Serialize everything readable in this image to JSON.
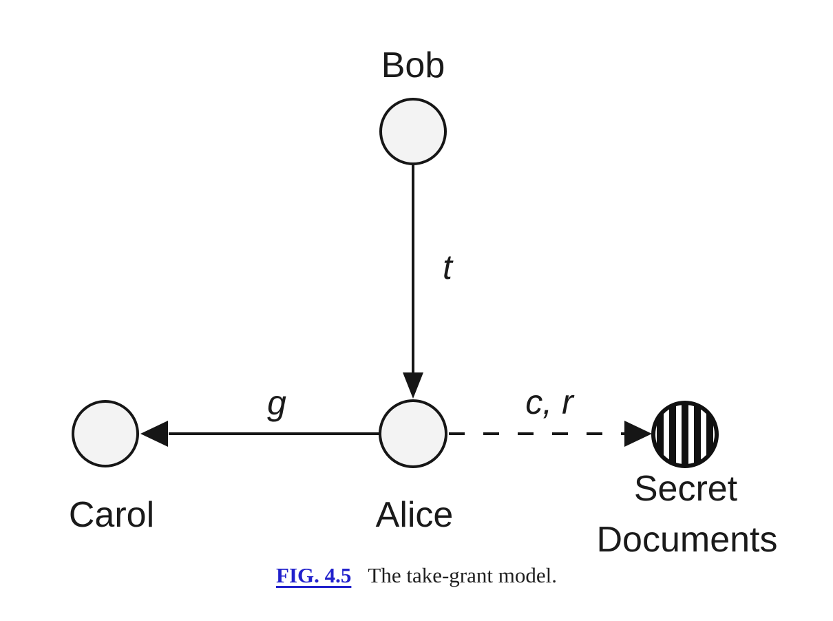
{
  "figure": {
    "title": "take-grant model diagram",
    "nodes": {
      "bob": {
        "label": "Bob",
        "type": "subject",
        "fill": "plain"
      },
      "alice": {
        "label": "Alice",
        "type": "subject",
        "fill": "plain"
      },
      "carol": {
        "label": "Carol",
        "type": "subject",
        "fill": "plain"
      },
      "secret_documents": {
        "label_line1": "Secret",
        "label_line2": "Documents",
        "type": "object",
        "fill": "striped"
      }
    },
    "edges": {
      "bob_to_alice": {
        "from": "Bob",
        "to": "Alice",
        "label": "t",
        "style": "solid"
      },
      "alice_to_carol": {
        "from": "Alice",
        "to": "Carol",
        "label": "g",
        "style": "solid"
      },
      "alice_to_secret": {
        "from": "Alice",
        "to": "Secret Documents",
        "label": "c, r",
        "style": "dashed"
      }
    },
    "colors": {
      "background": "#ffffff",
      "node_fill": "#f3f3f3",
      "stroke": "#161616",
      "stripe": "#111111",
      "caption_link_blue": "#2121cc",
      "caption_text": "#1f1f1f"
    }
  },
  "caption": {
    "fig_label": "FIG. 4.5",
    "text": "The take-grant model."
  }
}
